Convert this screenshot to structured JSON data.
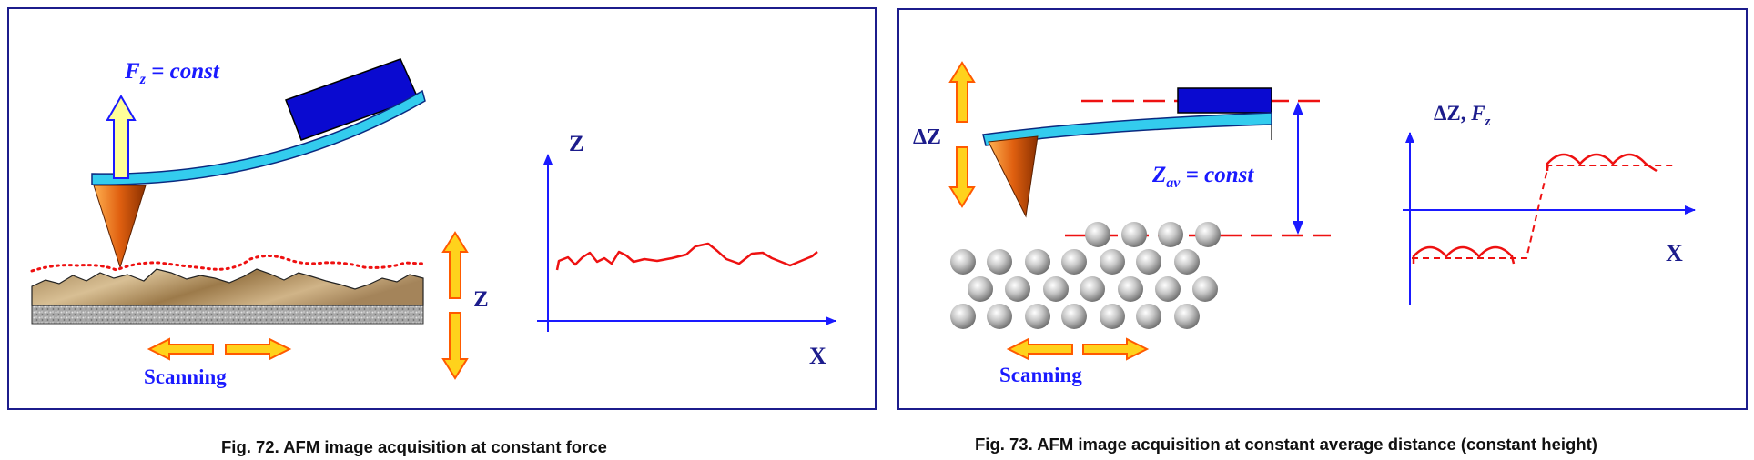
{
  "fig72": {
    "force_label_f": "F",
    "force_label_sub": "z",
    "force_label_rest": " = const",
    "z_side_label": "Z",
    "scanning_label": "Scanning",
    "graph_y_label": "Z",
    "graph_x_label": "X",
    "caption": "Fig. 72. AFM image acquisition at constant force"
  },
  "fig73": {
    "delta_z_label": "ΔZ",
    "zav_label_z": "Z",
    "zav_label_sub": "av",
    "zav_label_rest": " = const",
    "scanning_label": "Scanning",
    "graph_y_label_a": "ΔZ, ",
    "graph_y_label_f": "F",
    "graph_y_label_sub": "z",
    "graph_x_label": "X",
    "caption": "Fig. 73. AFM image acquisition at constant average distance (constant height)"
  },
  "colors": {
    "frame": "#1c1c8c",
    "axis": "#1a1aff",
    "cantilever": "#33ccee",
    "holder": "#0a0ad0",
    "tip": "#e86a10",
    "arrow_fill": "#ffd21c",
    "arrow_stroke": "#ff5a00",
    "trace": "#ee1111"
  }
}
